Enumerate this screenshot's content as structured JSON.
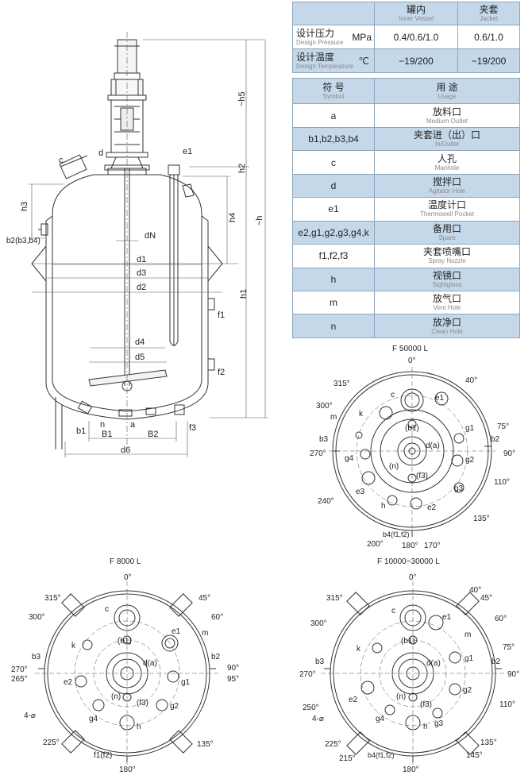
{
  "pressure_table": {
    "col_inner_cn": "罐内",
    "col_inner_en": "Inner Vessel",
    "col_jacket_cn": "夹套",
    "col_jacket_en": "Jacket",
    "row1_cn": "设计压力",
    "row1_en": "Design Pressure",
    "row1_unit": "MPa",
    "row1_inner": "0.4/0.6/1.0",
    "row1_jacket": "0.6/1.0",
    "row2_cn": "设计温度",
    "row2_en": "Design Temperature",
    "row2_unit": "℃",
    "row2_inner": "−19/200",
    "row2_jacket": "−19/200"
  },
  "symbol_table": {
    "header_symbol_cn": "符 号",
    "header_symbol_en": "Symbol",
    "header_usage_cn": "用 途",
    "header_usage_en": "Usage",
    "rows": [
      {
        "symbol": "a",
        "cn": "放料口",
        "en": "Medium Outlet"
      },
      {
        "symbol": "b1,b2,b3,b4",
        "cn": "夹套进（出）口",
        "en": "In/Outlet"
      },
      {
        "symbol": "c",
        "cn": "人孔",
        "en": "Manhole"
      },
      {
        "symbol": "d",
        "cn": "搅拌口",
        "en": "Agitator Hole"
      },
      {
        "symbol": "e1",
        "cn": "温度计口",
        "en": "Thermowell Pocket"
      },
      {
        "symbol": "e2,g1,g2,g3,g4,k",
        "cn": "备用口",
        "en": "Spare"
      },
      {
        "symbol": "f1,f2,f3",
        "cn": "夹套喷嘴口",
        "en": "Spray Nozzle"
      },
      {
        "symbol": "h",
        "cn": "视镜口",
        "en": "Sightglass"
      },
      {
        "symbol": "m",
        "cn": "放气口",
        "en": "Vent Hole"
      },
      {
        "symbol": "n",
        "cn": "放净口",
        "en": "Clean Hole"
      }
    ]
  },
  "vessel": {
    "labels": {
      "c": "c",
      "d": "d",
      "e1": "e1",
      "h2": "h2",
      "h3": "h3",
      "h4": "h4",
      "h5": "~h5",
      "h": "~h",
      "h1": "h1",
      "b2": "b2(b3,b4)",
      "dN": "dN",
      "d1": "d1",
      "d3": "d3",
      "d2": "d2",
      "d4": "d4",
      "d5": "d5",
      "f1": "f1",
      "f2": "f2",
      "f3": "f3",
      "b1": "b1",
      "n": "n",
      "a": "a",
      "B1": "B1",
      "B2": "B2",
      "d6": "d6"
    }
  },
  "plan_50000": {
    "title": "F 50000 L",
    "labels": {
      "a0": "0°",
      "a40": "40°",
      "a75": "75°",
      "a90": "90°",
      "a110": "110°",
      "a135": "135°",
      "a170": "170°",
      "a180": "180°",
      "a200": "200°",
      "a240": "240°",
      "a270": "270°",
      "a300": "300°",
      "a315": "315°",
      "c": "c",
      "e1": "e1",
      "k": "k",
      "m": "m",
      "b1": "(b1)",
      "g1": "g1",
      "b2": "b2",
      "da": "d(a)",
      "g4": "g4",
      "b3": "b3",
      "n": "(n)",
      "g2": "g2",
      "f3": "(f3)",
      "g3": "g3",
      "e3": "e3",
      "h": "h",
      "e2": "e2",
      "b4": "b4(f1,f2)"
    }
  },
  "plan_8000": {
    "title": "F 8000 L",
    "labels": {
      "a0": "0°",
      "a45": "45°",
      "a60": "60°",
      "a90": "90°",
      "a95": "95°",
      "a135": "135°",
      "a180": "180°",
      "a225": "225°",
      "a265": "265°",
      "a270": "270°",
      "a300": "300°",
      "a315": "315°",
      "c": "c",
      "e1": "e1",
      "m": "m",
      "k": "k",
      "b1": "(b1)",
      "b3": "b3",
      "b2": "b2",
      "da": "d(a)",
      "e2": "e2",
      "g1": "g1",
      "n": "(n)",
      "f3": "(f3)",
      "g4": "g4",
      "g2": "g2",
      "h": "h",
      "holes": "4-⌀",
      "f1": "f1(f2)"
    }
  },
  "plan_10000": {
    "title": "F 10000~30000 L",
    "labels": {
      "a0": "0°",
      "a40": "40°",
      "a45": "45°",
      "a60": "60°",
      "a75": "75°",
      "a90": "90°",
      "a110": "110°",
      "a135": "135°",
      "a145": "145°",
      "a180": "180°",
      "a215": "215°",
      "a225": "225°",
      "a250": "250°",
      "a270": "270°",
      "a300": "300°",
      "a315": "315°",
      "c": "c",
      "e1": "e1",
      "m": "m",
      "k": "k",
      "b1": "(b1)",
      "b3": "b3",
      "b2": "b2",
      "da": "d(a)",
      "g1": "g1",
      "e2": "e2",
      "g2": "g2",
      "n": "(n)",
      "f3": "(f3)",
      "g4": "g4",
      "g3": "g3",
      "h": "h",
      "holes": "4-⌀",
      "b4": "b4(f1,f2)"
    }
  }
}
